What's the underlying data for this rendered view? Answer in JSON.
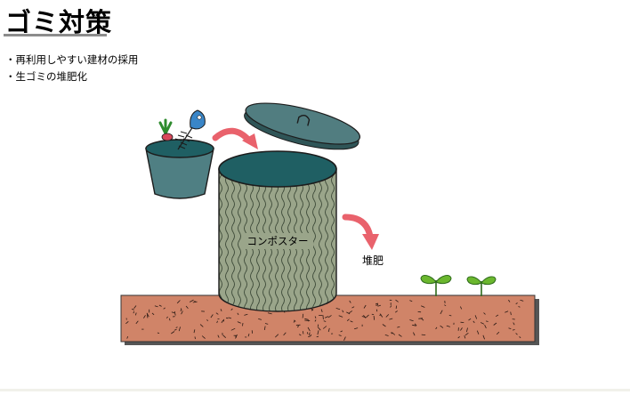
{
  "title": "ゴミ対策",
  "bullets": [
    "・再利用しやすい建材の採用",
    "・生ゴミの堆肥化"
  ],
  "diagram": {
    "composter_label": "コンポスター",
    "compost_label": "堆肥"
  },
  "colors": {
    "soil": "#d08468",
    "bin": "#9aa58a",
    "lid": "#517d80",
    "teal": "#1f5f63",
    "bucket": "#4f7f83",
    "arrow": "#e9626c",
    "sprout": "#6bb72e"
  }
}
